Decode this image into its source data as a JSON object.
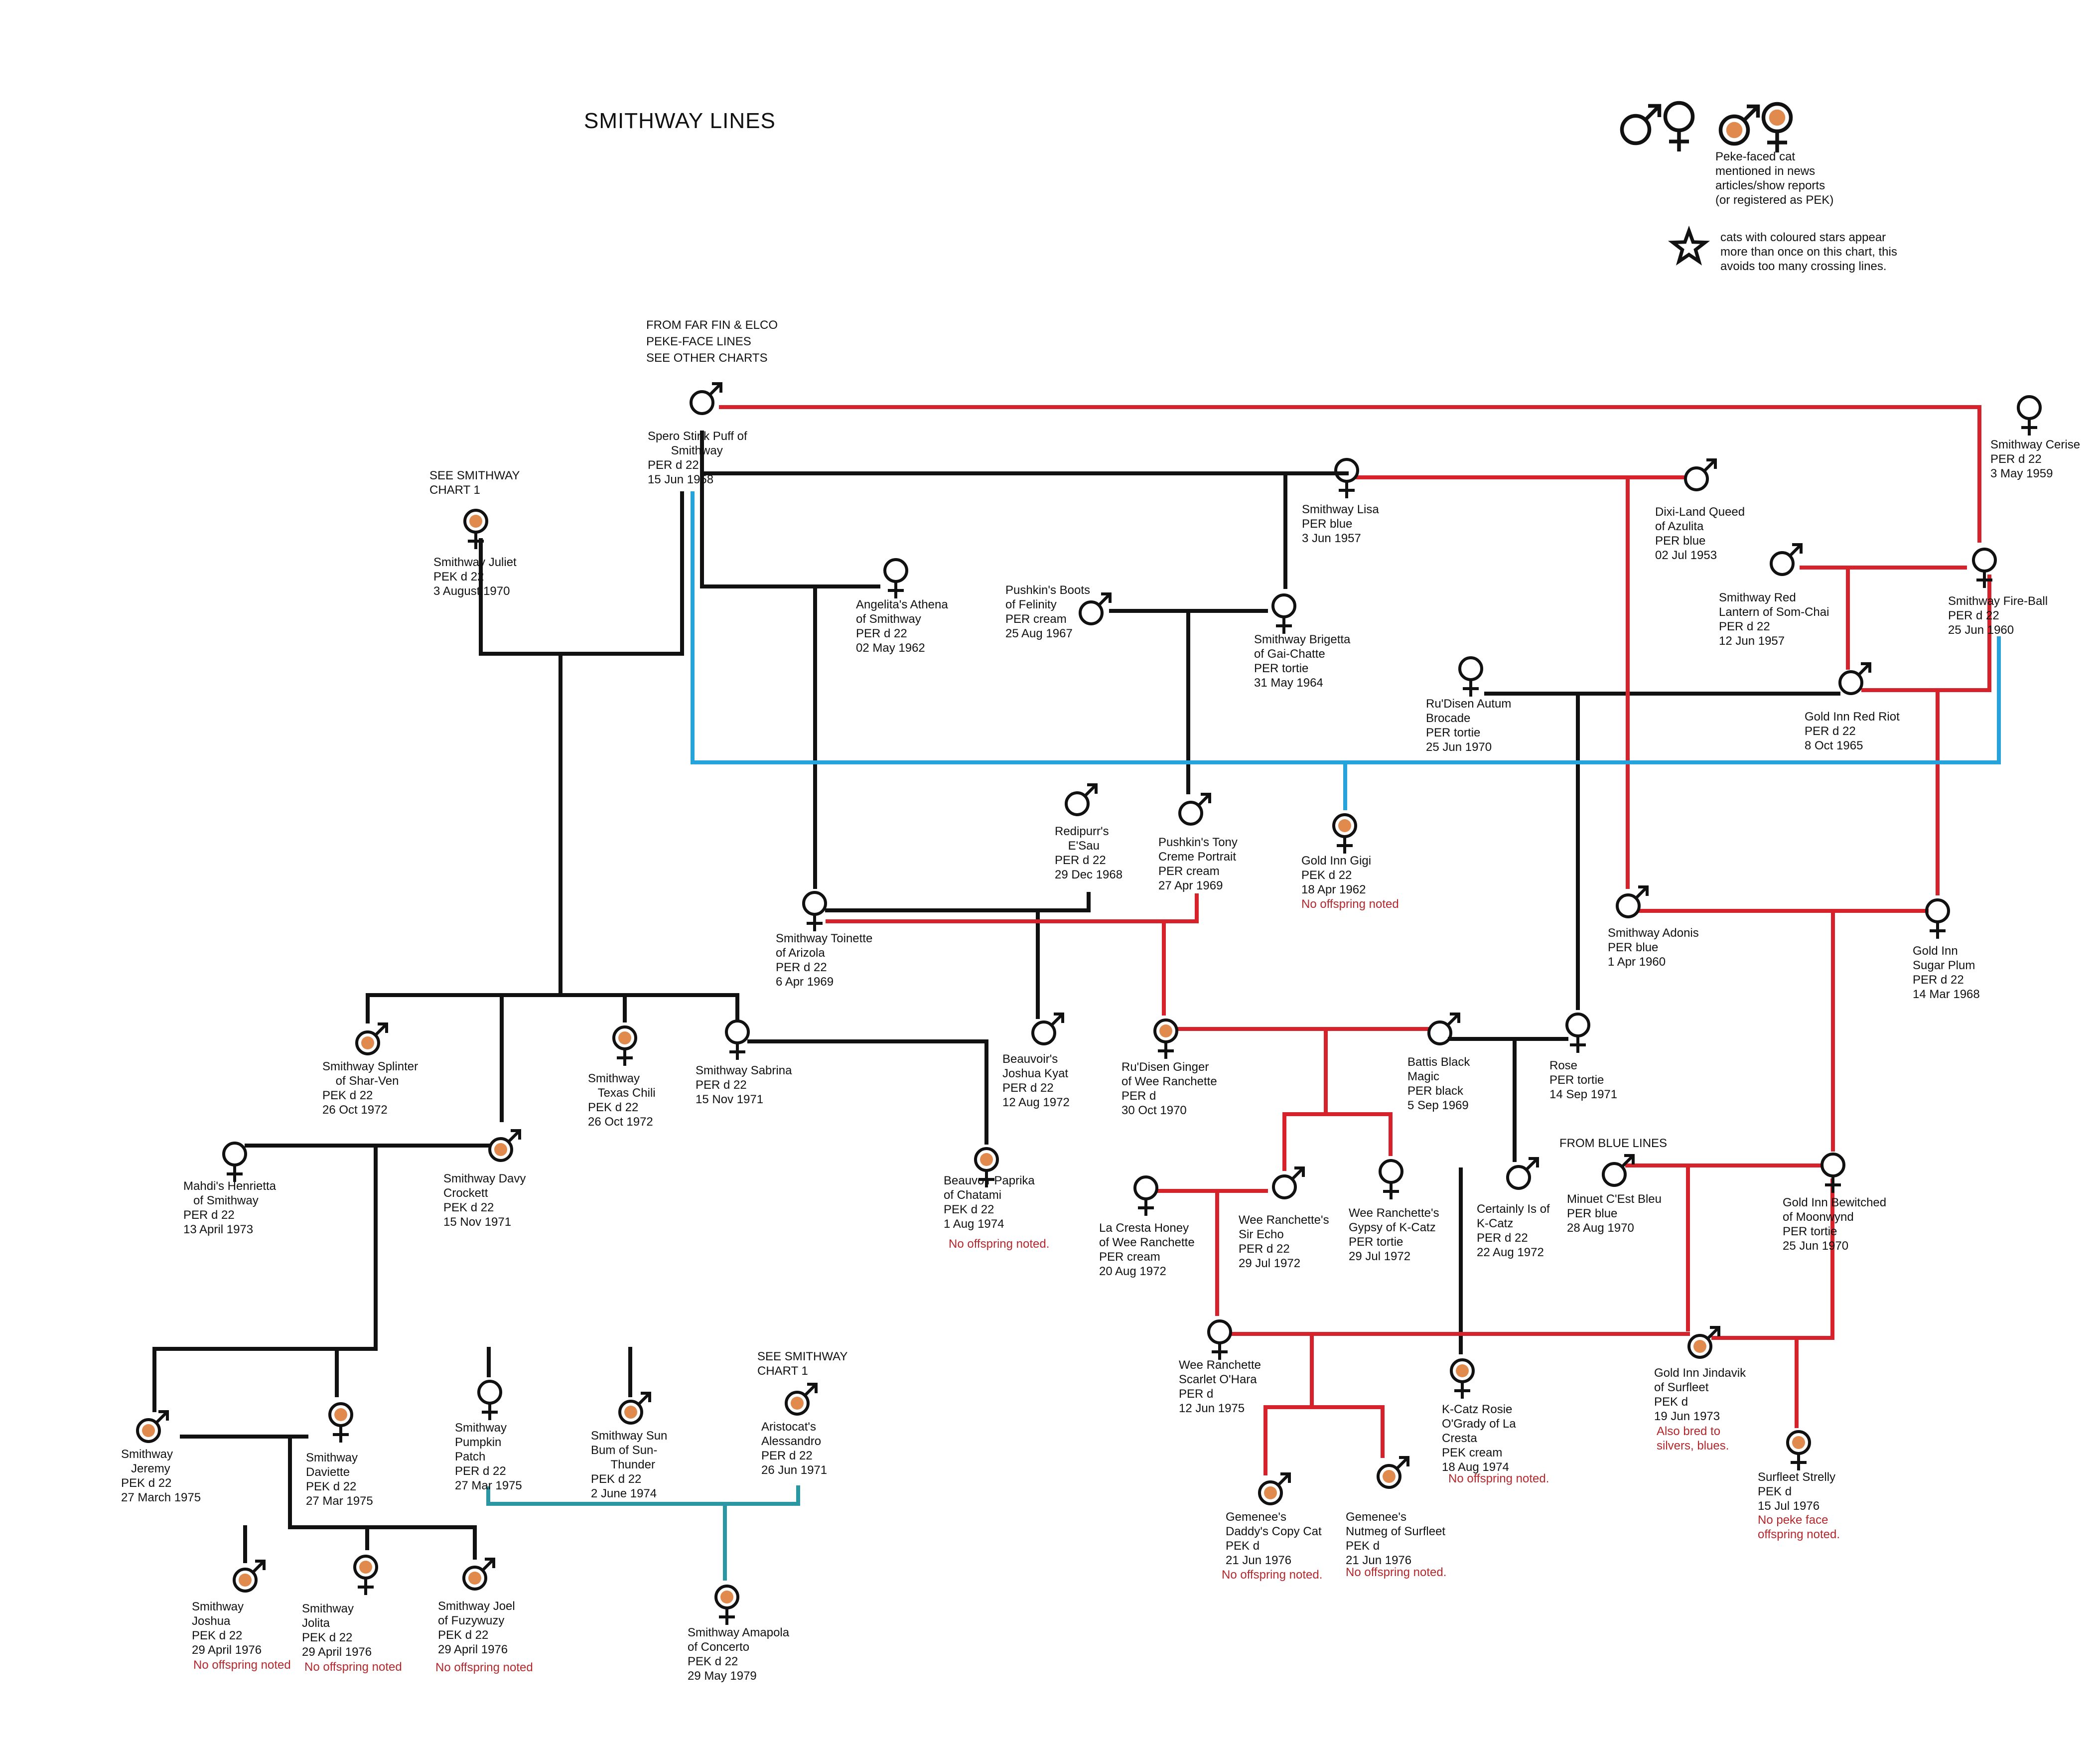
{
  "title": "SMITHWAY LINES",
  "colors": {
    "black": "#111111",
    "red": "#d6232b",
    "blue": "#27a3dc",
    "teal": "#2b97a3",
    "orange": "#e08a4e",
    "note": "#b3282d"
  },
  "legend": {
    "peke_text": "Peke-faced cat\nmentioned in news\narticles/show reports\n(or registered as PEK)",
    "star_text": "cats with coloured stars appear\nmore than once on this chart, this\navoids too many crossing lines."
  },
  "headers": [
    {
      "id": "farfin",
      "text": "FROM FAR FIN & ELCO\nPEKE-FACE LINES\nSEE OTHER CHARTS"
    },
    {
      "id": "chart1a",
      "text": "SEE SMITHWAY\nCHART 1"
    },
    {
      "id": "chart1b",
      "text": "SEE SMITHWAY\nCHART 1"
    },
    {
      "id": "bluelines",
      "text": "FROM BLUE LINES"
    }
  ],
  "cats": [
    {
      "id": "spero",
      "sex": "male",
      "peke": false,
      "text": "Spero Stink Puff of\n       Smithway\nPER d 22\n15 Jun 1958"
    },
    {
      "id": "cerise",
      "sex": "female",
      "peke": false,
      "text": "Smithway Cerise\nPER d 22\n3 May 1959"
    },
    {
      "id": "lisa",
      "sex": "female",
      "peke": false,
      "text": "Smithway Lisa\nPER blue\n3 Jun 1957"
    },
    {
      "id": "dixi",
      "sex": "male",
      "peke": false,
      "text": "Dixi-Land Queed\nof Azulita\nPER blue\n02 Jul 1953"
    },
    {
      "id": "juliet",
      "sex": "female",
      "peke": true,
      "text": "Smithway Juliet\nPEK d 22\n3 August 1970"
    },
    {
      "id": "angelita",
      "sex": "female",
      "peke": false,
      "text": "Angelita's Athena\nof Smithway\nPER d 22\n02 May 1962"
    },
    {
      "id": "pushboots",
      "sex": "male",
      "peke": false,
      "text": "Pushkin's Boots\nof Felinity\nPER cream\n25 Aug 1967"
    },
    {
      "id": "brigetta",
      "sex": "female",
      "peke": false,
      "text": "Smithway Brigetta\nof Gai-Chatte\nPER tortie\n31 May 1964"
    },
    {
      "id": "redlantern",
      "sex": "male",
      "peke": false,
      "text": "Smithway Red\nLantern of Som-Chai\nPER d 22\n12 Jun 1957"
    },
    {
      "id": "fireball",
      "sex": "female",
      "peke": false,
      "text": "Smithway Fire-Ball\nPER d 22\n25 Jun 1960"
    },
    {
      "id": "autum",
      "sex": "female",
      "peke": false,
      "text": "Ru'Disen Autum\nBrocade\nPER tortie\n25 Jun 1970"
    },
    {
      "id": "redriot",
      "sex": "male",
      "peke": false,
      "text": "Gold Inn Red Riot\nPER d 22\n8 Oct 1965"
    },
    {
      "id": "redipurr",
      "sex": "male",
      "peke": false,
      "text": "Redipurr's\n    E'Sau\nPER d 22\n29 Dec 1968"
    },
    {
      "id": "tony",
      "sex": "male",
      "peke": false,
      "text": "Pushkin's Tony\nCreme Portrait\nPER cream\n27 Apr 1969"
    },
    {
      "id": "gigi",
      "sex": "female",
      "peke": true,
      "text": "Gold Inn Gigi\nPEK d 22\n18 Apr 1962",
      "note": "No offspring noted"
    },
    {
      "id": "toinette",
      "sex": "female",
      "peke": false,
      "text": "Smithway Toinette\nof Arizola\nPER d 22\n6 Apr 1969"
    },
    {
      "id": "adonis",
      "sex": "male",
      "peke": false,
      "text": "Smithway Adonis\nPER blue\n1 Apr 1960"
    },
    {
      "id": "sugarplum",
      "sex": "female",
      "peke": false,
      "text": "Gold Inn\nSugar Plum\nPER d 22\n14 Mar 1968"
    },
    {
      "id": "splinter",
      "sex": "male",
      "peke": true,
      "text": "Smithway Splinter\n    of Shar-Ven\nPEK d 22\n26 Oct 1972"
    },
    {
      "id": "texas",
      "sex": "female",
      "peke": true,
      "text": "Smithway\n   Texas Chili\nPEK d 22\n26 Oct 1972"
    },
    {
      "id": "sabrina",
      "sex": "female",
      "peke": false,
      "text": "Smithway Sabrina\nPER d 22\n15 Nov 1971"
    },
    {
      "id": "joshuakyat",
      "sex": "male",
      "peke": false,
      "text": "Beauvoir's\nJoshua Kyat\nPER d 22\n12 Aug 1972"
    },
    {
      "id": "ginger",
      "sex": "female",
      "peke": true,
      "text": "Ru'Disen Ginger\nof Wee Ranchette\nPER d\n30 Oct 1970"
    },
    {
      "id": "battis",
      "sex": "male",
      "peke": false,
      "text": "Battis Black\nMagic\nPER black\n5 Sep 1969"
    },
    {
      "id": "rose",
      "sex": "female",
      "peke": false,
      "text": "Rose\nPER tortie\n14 Sep 1971"
    },
    {
      "id": "henrietta",
      "sex": "female",
      "peke": false,
      "text": "Mahdi's Henrietta\n   of Smithway\nPER d 22\n13 April 1973"
    },
    {
      "id": "davy",
      "sex": "male",
      "peke": true,
      "text": "Smithway Davy\nCrockett\nPEK d 22\n15 Nov 1971"
    },
    {
      "id": "paprika",
      "sex": "female",
      "peke": true,
      "text": "Beauvoir Paprika\nof Chatami\nPEK d 22\n1 Aug 1974",
      "note": "No offspring noted."
    },
    {
      "id": "honey",
      "sex": "female",
      "peke": false,
      "text": "La Cresta Honey\nof Wee Ranchette\nPER cream\n20 Aug 1972"
    },
    {
      "id": "sirecho",
      "sex": "male",
      "peke": false,
      "text": "Wee Ranchette's\nSir Echo\nPER d 22\n29 Jul 1972"
    },
    {
      "id": "gypsy",
      "sex": "female",
      "peke": false,
      "text": "Wee Ranchette's\nGypsy of K-Catz\nPER tortie\n29 Jul 1972"
    },
    {
      "id": "certainly",
      "sex": "male",
      "peke": false,
      "text": "Certainly Is of\nK-Catz\nPER d 22\n22 Aug 1972"
    },
    {
      "id": "minuet",
      "sex": "male",
      "peke": false,
      "text": "Minuet C'Est Bleu\nPER blue\n28 Aug 1970"
    },
    {
      "id": "bewitched",
      "sex": "female",
      "peke": false,
      "text": "Gold Inn Bewitched\nof Moonwynd\nPER tortie\n25 Jun 1970"
    },
    {
      "id": "jeremy",
      "sex": "male",
      "peke": true,
      "text": "Smithway\n   Jeremy\nPEK d 22\n27 March 1975"
    },
    {
      "id": "daviette",
      "sex": "female",
      "peke": true,
      "text": "Smithway\nDaviette\nPEK d 22\n27 Mar 1975"
    },
    {
      "id": "pumpkin",
      "sex": "female",
      "peke": false,
      "text": "Smithway\nPumpkin\nPatch\nPER d 22\n27 Mar 1975"
    },
    {
      "id": "sunbum",
      "sex": "male",
      "peke": true,
      "text": "Smithway Sun\nBum of Sun-\n      Thunder\nPEK d 22\n2 June 1974"
    },
    {
      "id": "aristocat",
      "sex": "male",
      "peke": true,
      "text": "Aristocat's\nAlessandro\nPER d 22\n26 Jun 1971"
    },
    {
      "id": "scarlet",
      "sex": "female",
      "peke": false,
      "text": "Wee Ranchette\nScarlet O'Hara\nPER d\n12 Jun 1975"
    },
    {
      "id": "rosie",
      "sex": "female",
      "peke": true,
      "text": "K-Catz Rosie\nO'Grady of La\nCresta\nPEK cream\n18 Aug 1974",
      "note": "No offspring noted."
    },
    {
      "id": "jindavik",
      "sex": "male",
      "peke": true,
      "text": "Gold Inn Jindavik\nof Surfleet\nPEK d\n19 Jun 1973",
      "note": "Also bred to\nsilvers, blues."
    },
    {
      "id": "strelly",
      "sex": "female",
      "peke": true,
      "text": "Surfleet Strelly\nPEK d\n15 Jul 1976",
      "note": "No peke face\noffspring noted."
    },
    {
      "id": "joshua",
      "sex": "male",
      "peke": true,
      "text": "Smithway\nJoshua\nPEK d 22\n29 April 1976",
      "note": "No offspring noted"
    },
    {
      "id": "jolita",
      "sex": "female",
      "peke": true,
      "text": "Smithway\nJolita\nPEK d 22\n29 April 1976",
      "note": "No offspring noted"
    },
    {
      "id": "joel",
      "sex": "male",
      "peke": true,
      "text": "Smithway Joel\nof Fuzywuzy\nPEK d 22\n29 April 1976",
      "note": "No offspring noted"
    },
    {
      "id": "amapola",
      "sex": "female",
      "peke": true,
      "text": "Smithway Amapola\nof Concerto\nPEK d 22\n29 May 1979"
    },
    {
      "id": "daddycopy",
      "sex": "male",
      "peke": true,
      "text": "Gemenee's\nDaddy's Copy Cat\nPEK d\n21 Jun 1976",
      "note": "No offspring noted."
    },
    {
      "id": "nutmeg",
      "sex": "male",
      "peke": true,
      "text": "Gemenee's\nNutmeg of Surfleet\nPEK d\n21 Jun 1976",
      "note": "No offspring noted."
    }
  ]
}
